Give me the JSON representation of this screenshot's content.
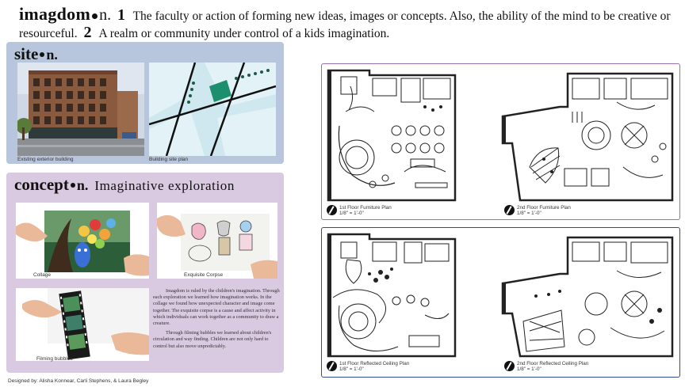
{
  "header": {
    "word": "imagdom",
    "pos": "n.",
    "def1_num": "1",
    "def1": "The faculty or action of forming new ideas, images or concepts. Also, the ability of the mind to be creative or resourceful.",
    "def2_num": "2",
    "def2": "A realm or community under control of a kids imagination."
  },
  "site": {
    "title": "site",
    "suffix": "n.",
    "photo_caption": "Existing exterior building",
    "plan_caption": "Building site plan"
  },
  "concept": {
    "title": "concept",
    "suffix": "n.",
    "subtitle": "Imaginative exploration",
    "collage_caption": "Collage",
    "corpse_caption": "Exquisite Corpse",
    "film_caption": "Filming bubbles",
    "paragraph1": "Imagdom is ruled by the children's imagination. Through each exploration we learned how imagination works. In the collage we found how unexpected character and image come together. The exquisite corpse is a cause and affect activity in which individuals can work together as a community to draw a creature.",
    "paragraph2": "Through filming bubbles we learned about children's circulation and way finding. Children are not only hard to control but also move unpredictably."
  },
  "credits": "Designed by: Alisha Konnear, Carli Stephens, & Laura Begley",
  "plans": {
    "p1_title": "1st Floor Furniture Plan",
    "p1_scale": "1/8\" = 1'-0\"",
    "p2_title": "2nd Floor Furniture Plan",
    "p2_scale": "1/8\" = 1'-0\"",
    "p3_title": "1st Floor Reflected Ceiling Plan",
    "p3_scale": "1/8\" = 1'-0\"",
    "p4_title": "2nd Floor Reflected Ceiling Plan",
    "p4_scale": "1/8\" = 1'-0\""
  }
}
